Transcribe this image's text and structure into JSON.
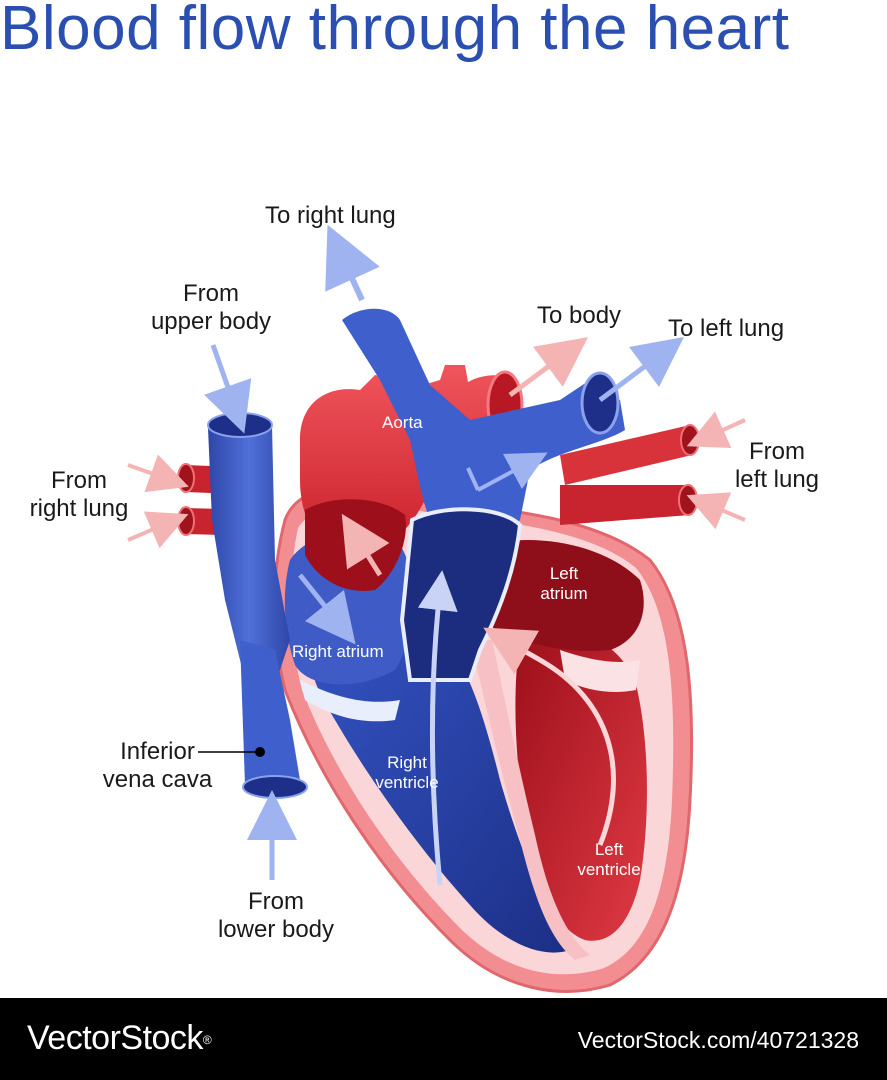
{
  "title": "Blood flow through the heart",
  "labels": {
    "to_right_lung": "To right lung",
    "from_upper_body_1": "From",
    "from_upper_body_2": "upper body",
    "to_body": "To body",
    "to_left_lung": "To left lung",
    "from_left_lung_1": "From",
    "from_left_lung_2": "left lung",
    "from_right_lung_1": "From",
    "from_right_lung_2": "right lung",
    "inferior_vena_cava_1": "Inferior",
    "inferior_vena_cava_2": "vena cava",
    "from_lower_body_1": "From",
    "from_lower_body_2": "lower body"
  },
  "inner_labels": {
    "aorta": "Aorta",
    "left_atrium_1": "Left",
    "left_atrium_2": "atrium",
    "right_atrium": "Right atrium",
    "right_ventricle_1": "Right",
    "right_ventricle_2": "ventricle",
    "left_ventricle_1": "Left",
    "left_ventricle_2": "ventricle"
  },
  "footer": {
    "brand": "VectorStock",
    "brand_mark": "®",
    "url": "VectorStock.com/40721328"
  },
  "colors": {
    "title": "#2a4fb0",
    "oxygenated_red": "#e8434a",
    "deoxygenated_blue": "#3f5fcc",
    "pink_wall": "#f7c5c8",
    "footer_bg": "#000000"
  }
}
